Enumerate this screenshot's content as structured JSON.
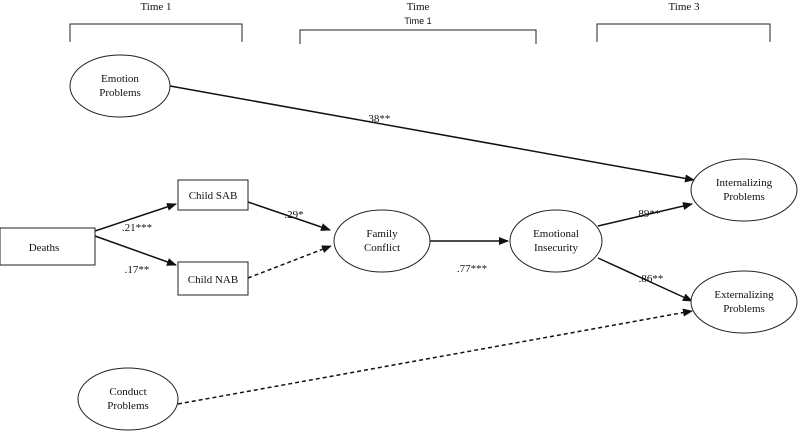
{
  "headers": {
    "time1": "Time 1",
    "time2": "Time",
    "time2_sub": "Time 1",
    "time3": "Time 3"
  },
  "nodes": {
    "emotion_problems": [
      "Emotion",
      "Problems"
    ],
    "deaths": "Deaths",
    "child_sab": "Child SAB",
    "child_nab": "Child NAB",
    "family_conflict": [
      "Family",
      "Conflict"
    ],
    "emotional_insecurity": [
      "Emotional",
      "Insecurity"
    ],
    "internalizing_problems": [
      "Internalizing",
      "Problems"
    ],
    "externalizing_problems": [
      "Externalizing",
      "Problems"
    ],
    "conduct_problems": [
      "Conduct",
      "Problems"
    ]
  },
  "paths": {
    "emotion_to_internalizing": ".38**",
    "deaths_to_sab": ".21***",
    "deaths_to_nab": ".17**",
    "sab_to_family": ".29*",
    "family_to_insecurity": ".77***",
    "insecurity_to_internalizing": ".89**",
    "insecurity_to_externalizing": ".86**"
  }
}
